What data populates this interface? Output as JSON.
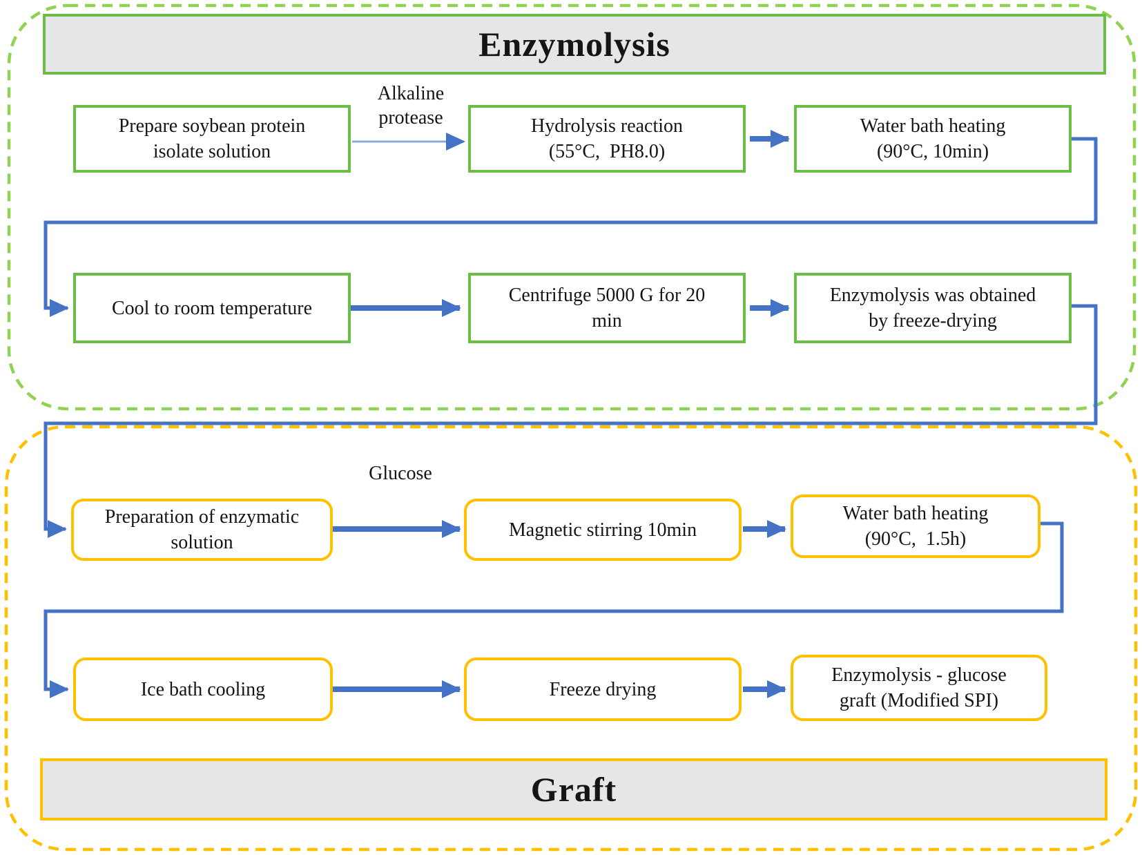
{
  "colors": {
    "green_box_border": "#6abe45",
    "green_dashed_container": "#90d253",
    "yellow_border": "#ffc000",
    "blue_arrow": "#4472c4",
    "thin_arrow_shaft": "#8ba7db",
    "header_fill": "#e7e6e6"
  },
  "sections": {
    "enzymolysis": {
      "title": "Enzymolysis",
      "boxes": [
        {
          "line1": "Prepare soybean protein",
          "line2": "isolate solution"
        },
        {
          "line1": "Hydrolysis reaction",
          "line2": "(55°C, PH8.0)"
        },
        {
          "line1": "Water bath heating",
          "line2": "(90°C, 10min)"
        },
        {
          "line1": "Cool to room temperature"
        },
        {
          "line1": "Centrifuge 5000 G for 20",
          "line2": "min"
        },
        {
          "line1": "Enzymolysis was obtained",
          "line2": "by freeze-drying"
        }
      ],
      "edge_labels": [
        {
          "line1": "Alkaline",
          "line2": "protease"
        }
      ]
    },
    "graft": {
      "title": "Graft",
      "boxes": [
        {
          "line1": "Preparation of enzymatic",
          "line2": "solution"
        },
        {
          "line1": "Magnetic stirring 10min"
        },
        {
          "line1": "Water bath heating",
          "line2": "(90°C, 1.5h)"
        },
        {
          "line1": "Ice bath cooling"
        },
        {
          "line1": "Freeze drying"
        },
        {
          "line1": "Enzymolysis - glucose",
          "line2": "graft (Modified SPI)"
        }
      ],
      "edge_labels": [
        {
          "line1": "Glucose"
        }
      ]
    }
  }
}
